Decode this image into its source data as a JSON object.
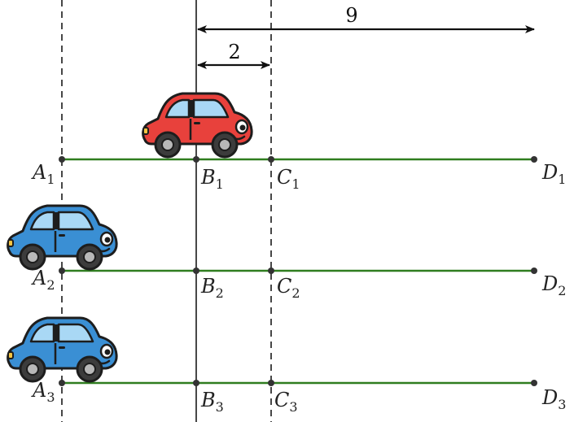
{
  "dimensions": [
    {
      "label": "9",
      "from": "B1",
      "to": "D1"
    },
    {
      "label": "2",
      "from": "B1",
      "to": "C1"
    }
  ],
  "rows": [
    {
      "car_color": "red",
      "points": [
        {
          "letter": "A",
          "index": "1"
        },
        {
          "letter": "B",
          "index": "1"
        },
        {
          "letter": "C",
          "index": "1"
        },
        {
          "letter": "D",
          "index": "1"
        }
      ]
    },
    {
      "car_color": "blue",
      "points": [
        {
          "letter": "A",
          "index": "2"
        },
        {
          "letter": "B",
          "index": "2"
        },
        {
          "letter": "C",
          "index": "2"
        },
        {
          "letter": "D",
          "index": "2"
        }
      ]
    },
    {
      "car_color": "blue",
      "points": [
        {
          "letter": "A",
          "index": "3"
        },
        {
          "letter": "B",
          "index": "3"
        },
        {
          "letter": "C",
          "index": "3"
        },
        {
          "letter": "D",
          "index": "3"
        }
      ]
    }
  ],
  "colors": {
    "road": "#2f7d1f",
    "red_car": "#e8413c",
    "blue_car": "#3a8fd4",
    "ink": "#333333"
  }
}
